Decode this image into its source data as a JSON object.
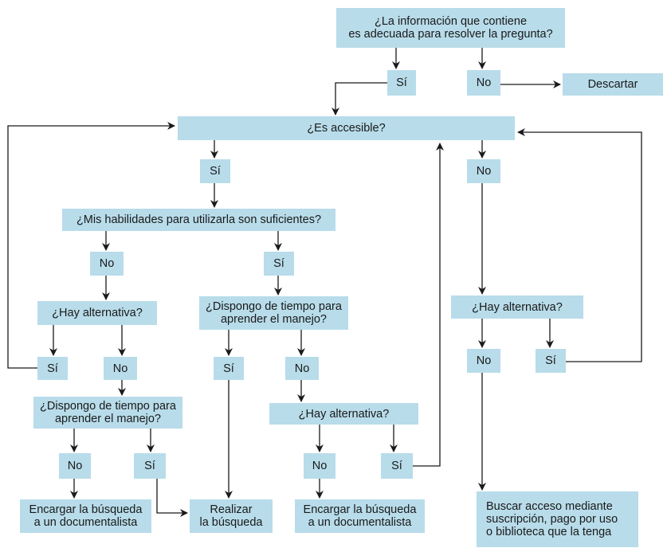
{
  "nodes": {
    "q_info": "¿La información que contiene\nes adecuada para resolver la pregunta?",
    "si_1": "Sí",
    "no_1": "No",
    "descartar": "Descartar",
    "accesible": "¿Es accesible?",
    "si_2": "Sí",
    "no_2": "No",
    "habilidades": "¿Mis habilidades para utilizarla son suficientes?",
    "no_3": "No",
    "si_3": "Sí",
    "alt_1": "¿Hay alternativa?",
    "tiempo_1": "¿Dispongo de tiempo para\naprender el manejo?",
    "alt_2": "¿Hay alternativa?",
    "si_4": "Sí",
    "no_4": "No",
    "si_5": "Sí",
    "no_5": "No",
    "no_6": "No",
    "si_6": "Sí",
    "tiempo_2": "¿Dispongo de tiempo para\naprender el manejo?",
    "alt_3": "¿Hay alternativa?",
    "no_7": "No",
    "si_7": "Sí",
    "no_8": "No",
    "si_8": "Sí",
    "encargar_1": "Encargar la búsqueda\na un documentalista",
    "realizar": "Realizar\nla búsqueda",
    "encargar_2": "Encargar la búsqueda\na un documentalista",
    "buscar": "Buscar acceso mediante\nsuscripción, pago por uso\no biblioteca que la tenga"
  },
  "colors": {
    "box_fill": "#b8dcea",
    "line": "#1a1a1a"
  }
}
